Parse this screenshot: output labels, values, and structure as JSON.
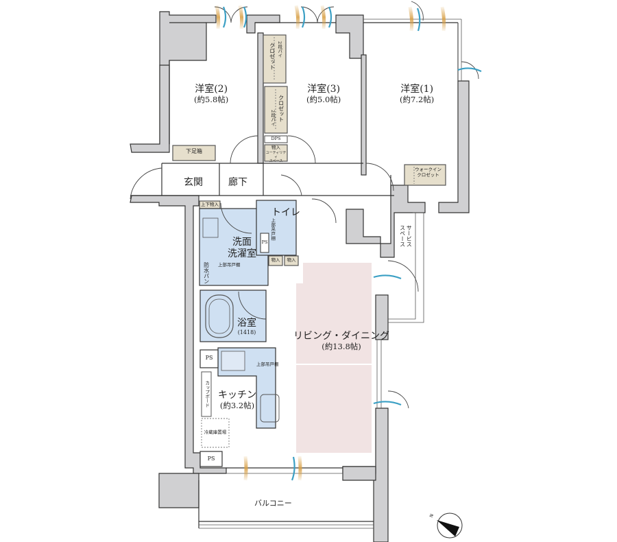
{
  "floorplan": {
    "rooms": [
      {
        "id": "western-room-2",
        "name": "洋室(2)",
        "area": "(約5.8帖)"
      },
      {
        "id": "western-room-3",
        "name": "洋室(3)",
        "area": "(約5.0帖)"
      },
      {
        "id": "western-room-1",
        "name": "洋室(1)",
        "area": "(約7.2帖)"
      },
      {
        "id": "living-dining",
        "name": "リビング・ダイニング",
        "area": "(約13.8帖)"
      },
      {
        "id": "kitchen",
        "name": "キッチン",
        "area": "(約3.2帖)"
      },
      {
        "id": "bathroom",
        "name": "浴室",
        "area": "(1418)"
      },
      {
        "id": "washroom",
        "name": "洗面\n洗濯室",
        "area": ""
      },
      {
        "id": "toilet",
        "name": "トイレ",
        "area": ""
      },
      {
        "id": "entrance",
        "name": "玄関",
        "area": ""
      },
      {
        "id": "hallway",
        "name": "廊下",
        "area": ""
      },
      {
        "id": "balcony",
        "name": "バルコニー",
        "area": ""
      }
    ],
    "storage": {
      "closet_a": "クロゼット",
      "closet_a_note": "2段パイ",
      "closet_b": "クロゼット",
      "closet_b_note": "2段パイ",
      "walkin": "ウォークイン\nクロゼット",
      "shoe_box": "下足箱",
      "utility_storage": "物入",
      "utility_note": "ユーティリティ\nスペース",
      "dps": "DPS",
      "upper_lower_storage": "上下物入",
      "waterproof_pan": "防水パン",
      "upper_cabinet_wash": "上部吊戸棚",
      "upper_cabinet_toilet": "上部吊戸棚",
      "upper_cabinet_kitchen": "上部吊戸棚",
      "storage_1": "物入",
      "storage_2": "物入",
      "cupboard": "カップボード",
      "fridge": "冷蔵庫置場",
      "service_space": "サービス\nスペース",
      "ps_toilet": "PS",
      "ps_kitchen_1": "PS",
      "ps_kitchen_2": "PS"
    },
    "compass": {
      "label": "N",
      "icon": "north-arrow-icon"
    },
    "colors": {
      "wall": "#d0d0d2",
      "closet": "#e6dfcc",
      "wet_area": "#cfe0f2",
      "living": "#f1e3e3",
      "air_orange": "#d9a24a",
      "air_blue": "#3a9fc4"
    }
  }
}
